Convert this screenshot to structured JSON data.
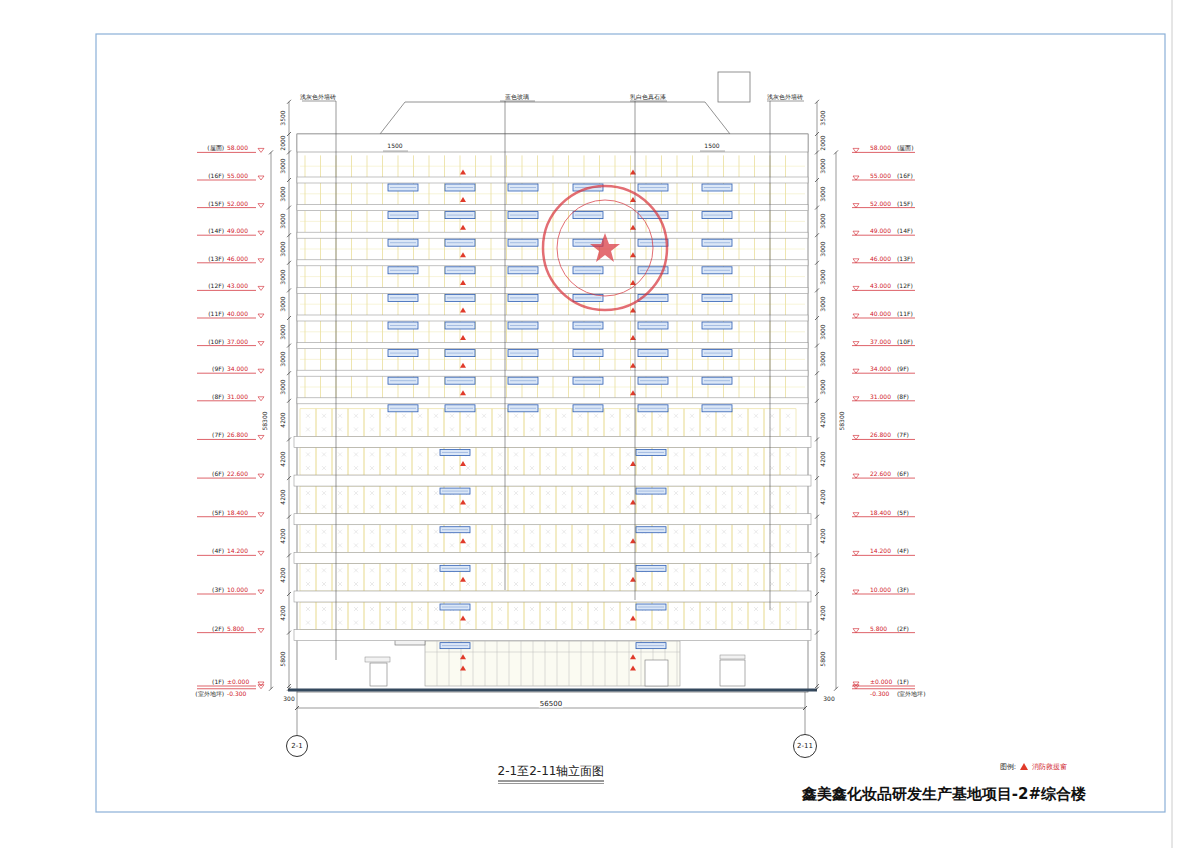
{
  "diagram": {
    "title": "鑫美鑫化妆品研发生产基地项目-2#综合楼",
    "caption": "2-1至2-11轴立面图",
    "nodes": [
      {
        "text": [
          "2-1"
        ]
      },
      {
        "text": [
          "2-11"
        ]
      }
    ],
    "labels": [
      "浅灰色外墙砖",
      "蓝色玻璃",
      "乳白色真石漆",
      "浅灰色外墙砖",
      "1500",
      "1500",
      "(屋面)",
      "58.000",
      "(16F)",
      "55.000",
      "(15F)",
      "52.000",
      "(14F)",
      "49.000",
      "(13F)",
      "46.000",
      "(12F)",
      "43.000",
      "(11F)",
      "40.000",
      "(10F)",
      "37.000",
      "(9F)",
      "34.000",
      "(8F)",
      "31.000",
      "(7F)",
      "26.800",
      "(6F)",
      "22.600",
      "(5F)",
      "18.400",
      "(4F)",
      "14.200",
      "(3F)",
      "10.000",
      "(2F)",
      "5.800",
      "(1F)",
      "±0.000",
      "(室外地坪)",
      "-0.300",
      "58.000",
      "(屋面)",
      "55.000",
      "(16F)",
      "52.000",
      "(15F)",
      "49.000",
      "(14F)",
      "46.000",
      "(13F)",
      "43.000",
      "(12F)",
      "40.000",
      "(11F)",
      "37.000",
      "(10F)",
      "34.000",
      "(9F)",
      "31.000",
      "(8F)",
      "26.800",
      "(7F)",
      "22.600",
      "(6F)",
      "18.400",
      "(5F)",
      "14.200",
      "(4F)",
      "10.000",
      "(3F)",
      "5.800",
      "(2F)",
      "±0.000",
      "(1F)",
      "-0.300",
      "(室外地坪)",
      "3500",
      "2000",
      "3000",
      "3000",
      "3000",
      "3000",
      "3000",
      "3000",
      "3000",
      "3000",
      "3000",
      "4200",
      "4200",
      "4200",
      "4200",
      "4200",
      "4200",
      "5800",
      "300",
      "58300",
      "3500",
      "2000",
      "3000",
      "3000",
      "3000",
      "3000",
      "3000",
      "3000",
      "3000",
      "3000",
      "3000",
      "4200",
      "4200",
      "4200",
      "4200",
      "4200",
      "4200",
      "5800",
      "300",
      "58300",
      "56500",
      "图例:"
    ],
    "legend": [
      {
        "text": "消防救援窗"
      }
    ]
  }
}
